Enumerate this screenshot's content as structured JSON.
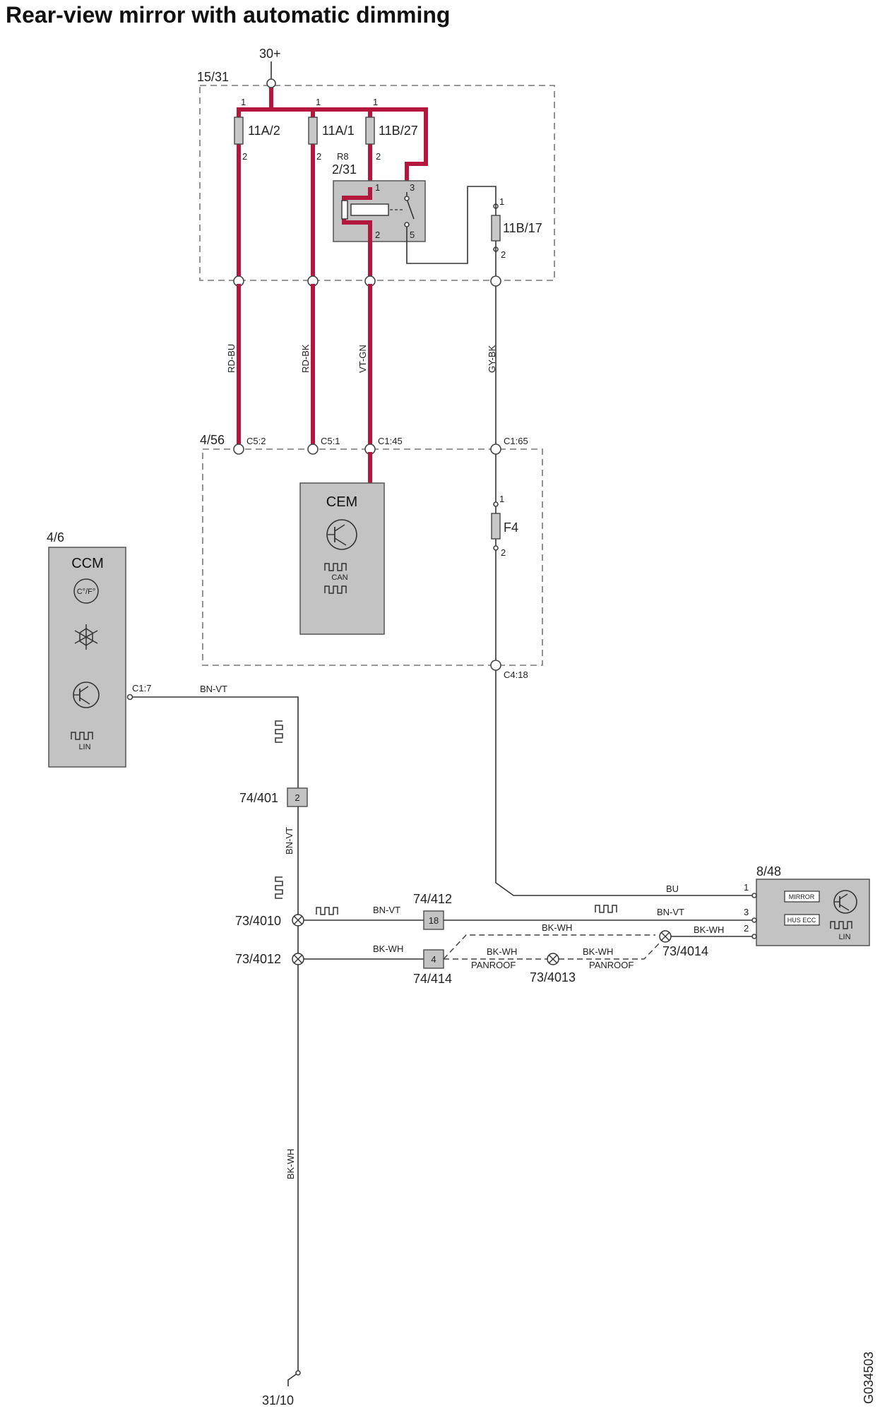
{
  "title": "Rear-view mirror with automatic dimming",
  "image_id": "G034503",
  "supply": {
    "label": "30+",
    "box": "15/31"
  },
  "fuses": {
    "f1": {
      "name": "11A/2",
      "pin_top": "1",
      "pin_bottom": "2"
    },
    "f2": {
      "name": "11A/1",
      "pin_top": "1",
      "pin_bottom": "2"
    },
    "f3": {
      "name": "11B/27",
      "pin_top": "1",
      "pin_bottom": "2"
    },
    "f4": {
      "name": "11B/17",
      "pin_top": "1",
      "pin_bottom": "2"
    },
    "f5": {
      "name": "F4",
      "pin_top": "1",
      "pin_bottom": "2"
    }
  },
  "relay": {
    "name": "R8",
    "ref": "2/31",
    "pins": [
      "1",
      "3",
      "2",
      "5"
    ]
  },
  "wires": {
    "w1": "RD-BU",
    "w2": "RD-BK",
    "w3": "VT-GN",
    "w4": "GY-BK",
    "w5": "BN-VT",
    "w6": "BN-VT",
    "w7": "BN-VT",
    "w8": "BN-VT",
    "w9": "BU",
    "w10": "BK-WH",
    "w11": "BK-WH",
    "w12": "BK-WH",
    "w13": "BK-WH",
    "w14": "BK-WH"
  },
  "panroof": [
    "PANROOF",
    "PANROOF"
  ],
  "cem_box": {
    "ref": "4/56",
    "name": "CEM",
    "bus": "CAN",
    "connectors": [
      "C5:2",
      "C5:1",
      "C1:45",
      "C1:65",
      "C4:18"
    ]
  },
  "ccm": {
    "ref": "4/6",
    "name": "CCM",
    "temp_icon_text": "C°/F°",
    "bus": "LIN",
    "connector": "C1:7"
  },
  "mirror_module": {
    "ref": "8/48",
    "label1": "MIRROR",
    "label2": "HUS ECC",
    "bus": "LIN",
    "pins": [
      "1",
      "3",
      "2"
    ]
  },
  "connectors": {
    "c74_401": {
      "ref": "74/401",
      "pin": "2"
    },
    "c74_412": {
      "ref": "74/412",
      "pin": "18"
    },
    "c74_414": {
      "ref": "74/414",
      "pin": "4"
    }
  },
  "splices": [
    "73/4010",
    "73/4012",
    "73/4013",
    "73/4014"
  ],
  "ground": "31/10",
  "colors": {
    "power_wire": "#b5163d",
    "module_fill": "#c3c3c3"
  }
}
